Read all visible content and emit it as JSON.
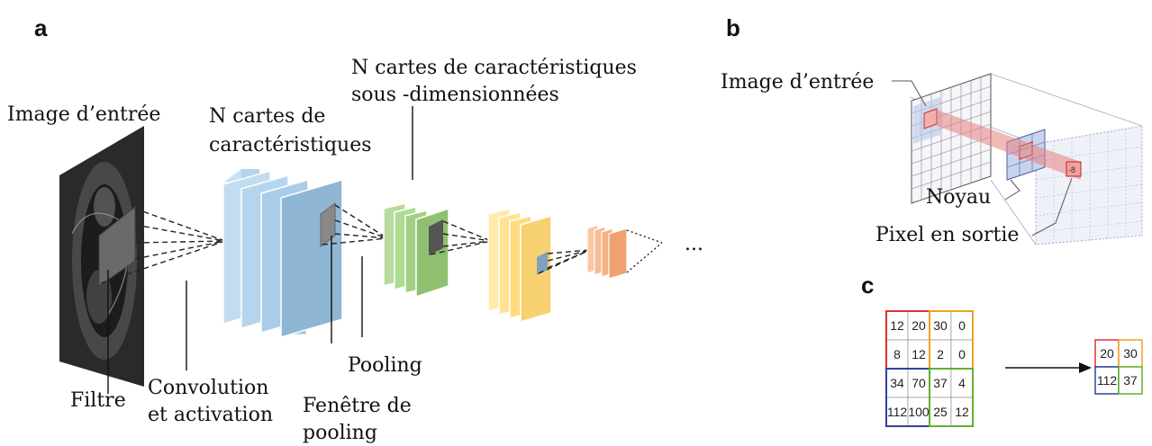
{
  "panels": {
    "a": "a",
    "b": "b",
    "c": "c"
  },
  "panel_a": {
    "input_image": "Image d’entrée",
    "feature_maps_1": "N cartes de",
    "feature_maps_2": "caractéristiques",
    "sub_maps_1": "N cartes de caractéristiques",
    "sub_maps_2": "sous -dimensionnées",
    "filter": "Filtre",
    "conv_1": "Convolution",
    "conv_2": "et activation",
    "pooling": "Pooling",
    "window_1": "Fenêtre de",
    "window_2": "pooling",
    "ellipsis": "..."
  },
  "panel_b": {
    "input_image": "Image d’entrée",
    "kernel": "Noyau",
    "output_pixel": "Pixel en sortie",
    "output_value": "-8"
  },
  "panel_c": {
    "input_matrix": [
      [
        "12",
        "20",
        "30",
        "0"
      ],
      [
        "8",
        "12",
        "2",
        "0"
      ],
      [
        "34",
        "70",
        "37",
        "4"
      ],
      [
        "112",
        "100",
        "25",
        "12"
      ]
    ],
    "output_matrix": [
      [
        "20",
        "30"
      ],
      [
        "112",
        "37"
      ]
    ]
  },
  "colors": {
    "feature_maps": "#b3d4ec",
    "feature_maps_front": "#8fb6d4",
    "sub_maps": "#a9d18e",
    "third_maps": "#ffe08a",
    "fourth_maps": "#f4b183",
    "quad_red": "#e03030",
    "quad_orange": "#f0a020",
    "quad_blue": "#3040a0",
    "quad_green": "#60b030",
    "kernel_highlight": "#e88080"
  }
}
